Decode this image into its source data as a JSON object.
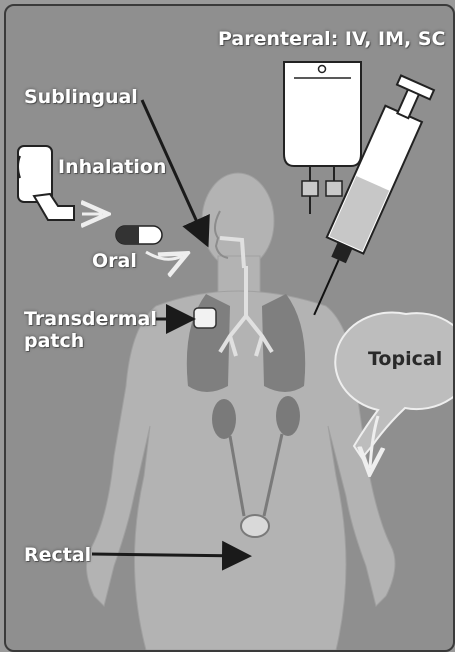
{
  "labels": {
    "parenteral": "Parenteral: IV, IM, SC",
    "sublingual": "Sublingual",
    "inhalation": "Inhalation",
    "oral": "Oral",
    "transdermal": "Transdermal",
    "patch": "patch",
    "topical": "Topical",
    "rectal": "Rectal"
  },
  "colors": {
    "background": "#8f8f8f",
    "body": "#b3b3b3",
    "organs": "#7a7a7a",
    "arrow": "#1a1a1a",
    "label_text": "#ffffff"
  },
  "icons": [
    "iv-bag-icon",
    "syringe-icon",
    "inhaler-icon",
    "capsule-icon",
    "transdermal-patch-icon"
  ]
}
